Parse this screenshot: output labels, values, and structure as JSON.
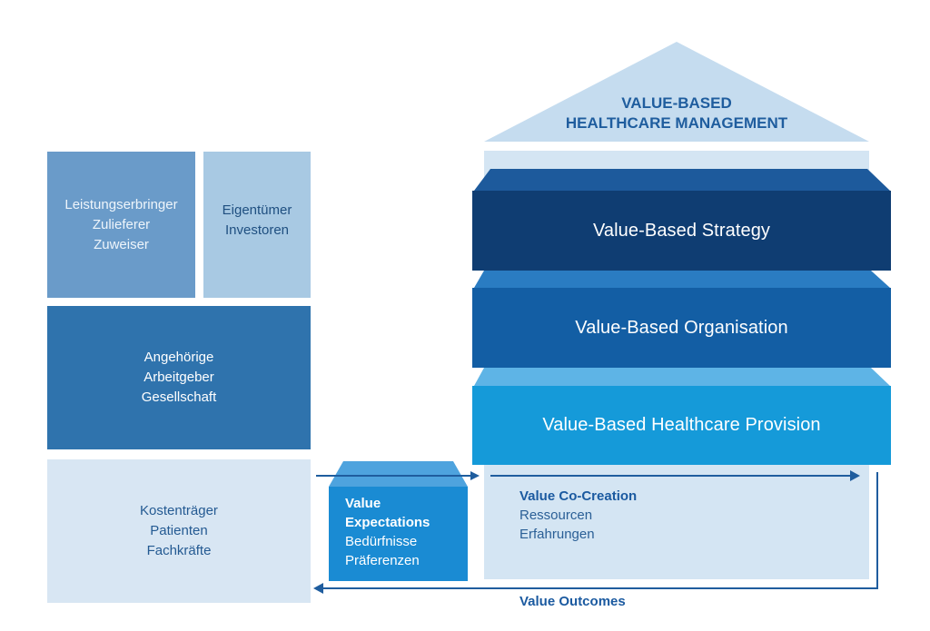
{
  "roof": {
    "line1": "VALUE-BASED",
    "line2": "HEALTHCARE MANAGEMENT"
  },
  "layers": {
    "strategy": "Value-Based Strategy",
    "organisation": "Value-Based Organisation",
    "provision": "Value-Based Healthcare Provision"
  },
  "stakeholders": {
    "box1": [
      "Leistungserbringer",
      "Zulieferer",
      "Zuweiser"
    ],
    "box2": [
      "Eigentümer",
      "Investoren"
    ],
    "box3": [
      "Angehörige",
      "Arbeitgeber",
      "Gesellschaft"
    ],
    "box4": [
      "Kostenträger",
      "Patienten",
      "Fachkräfte"
    ]
  },
  "expectations": {
    "title1": "Value",
    "title2": "Expectations",
    "items": [
      "Bedürfnisse",
      "Präferenzen"
    ]
  },
  "cocreation": {
    "title": "Value Co-Creation",
    "items": [
      "Ressourcen",
      "Erfahrungen"
    ]
  },
  "outcomes": {
    "label": "Value Outcomes"
  },
  "colors": {
    "roof": "#c5dcef",
    "house_body": "#d4e5f3",
    "strategy": "#0f3d72",
    "organisation": "#135ea4",
    "provision": "#159ad9",
    "arrow": "#1f5d9e"
  }
}
